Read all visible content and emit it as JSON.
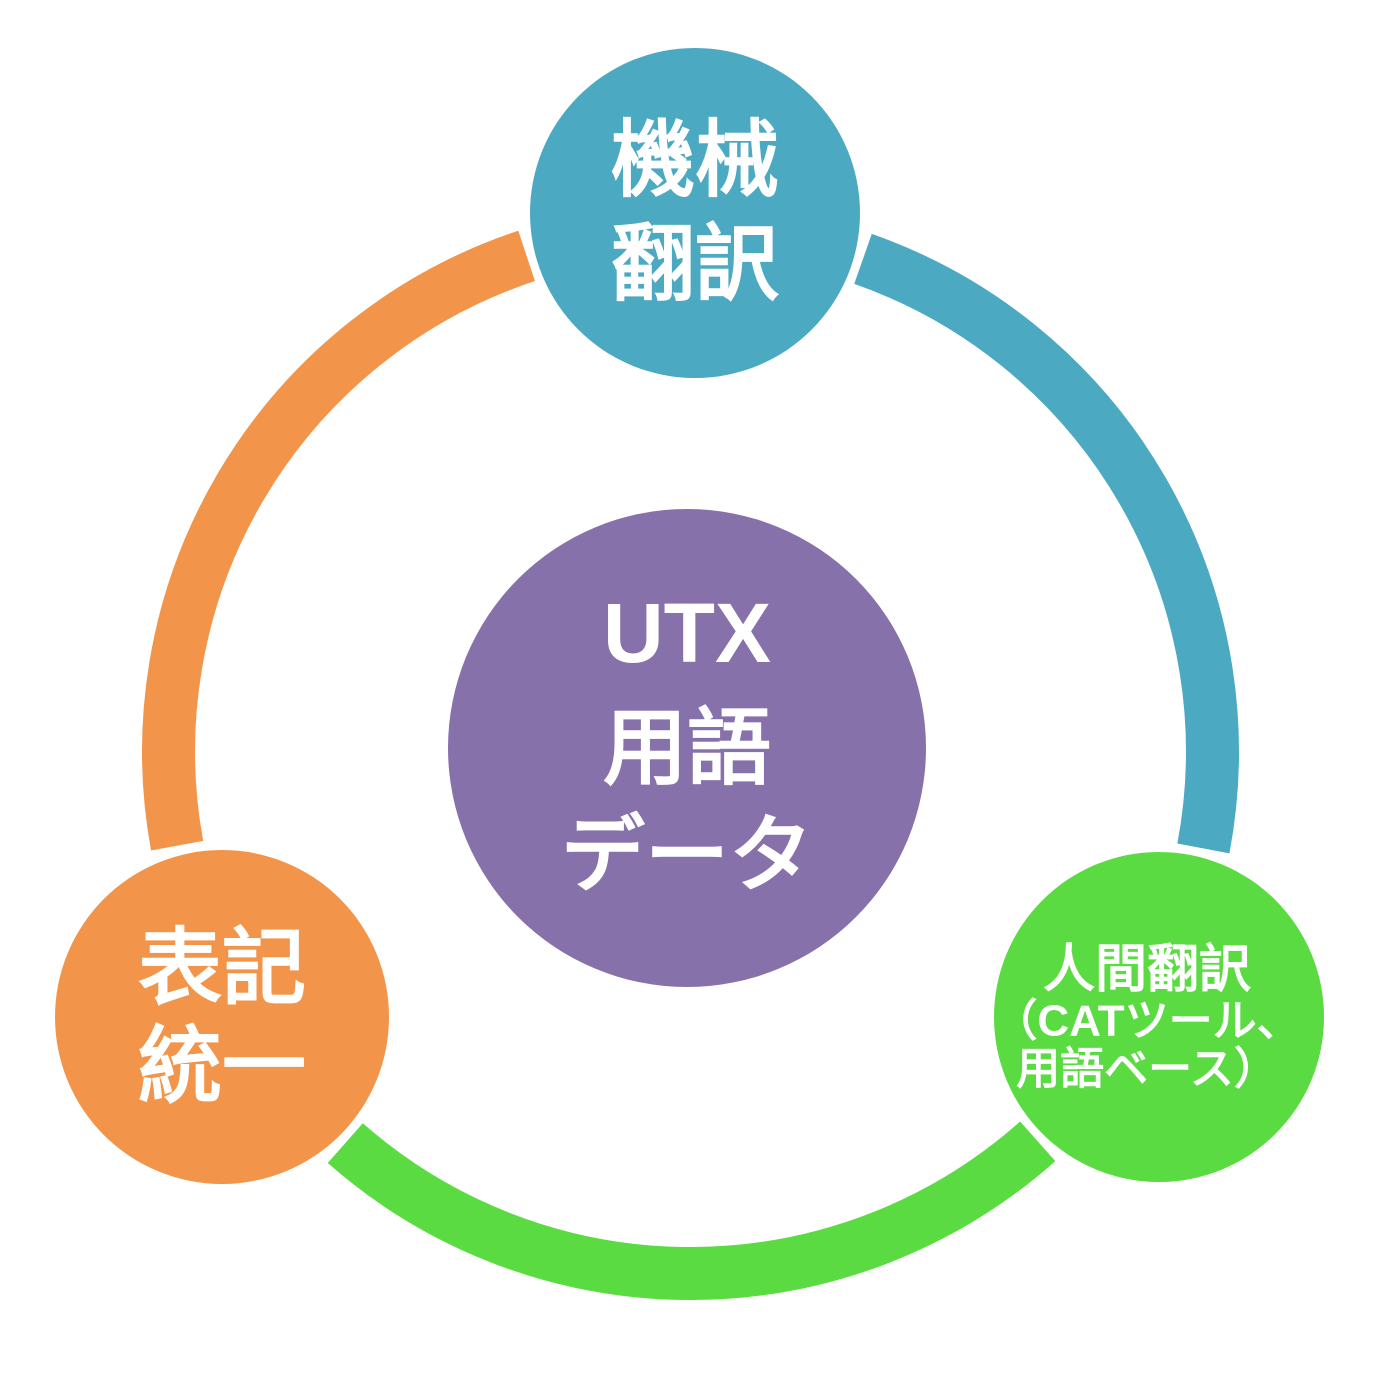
{
  "diagram": {
    "background_color": "#FFFFFF",
    "text_color": "#FFFFFF",
    "center": {
      "lines": [
        "UTX",
        "用語",
        "データ"
      ],
      "color": "#8671AA"
    },
    "nodes": {
      "machine": {
        "lines": [
          "機械",
          "翻訳"
        ],
        "color": "#4BA9C2"
      },
      "human": {
        "lines": [
          "人間翻訳",
          "（CATツール、",
          "用語ベース）"
        ],
        "color": "#5ADB41"
      },
      "notation": {
        "lines": [
          "表記",
          "統一"
        ],
        "color": "#F29449"
      }
    },
    "ring": {
      "orange_color": "#F29449",
      "teal_color": "#4BA9C2",
      "green_color": "#5ADB41"
    }
  }
}
